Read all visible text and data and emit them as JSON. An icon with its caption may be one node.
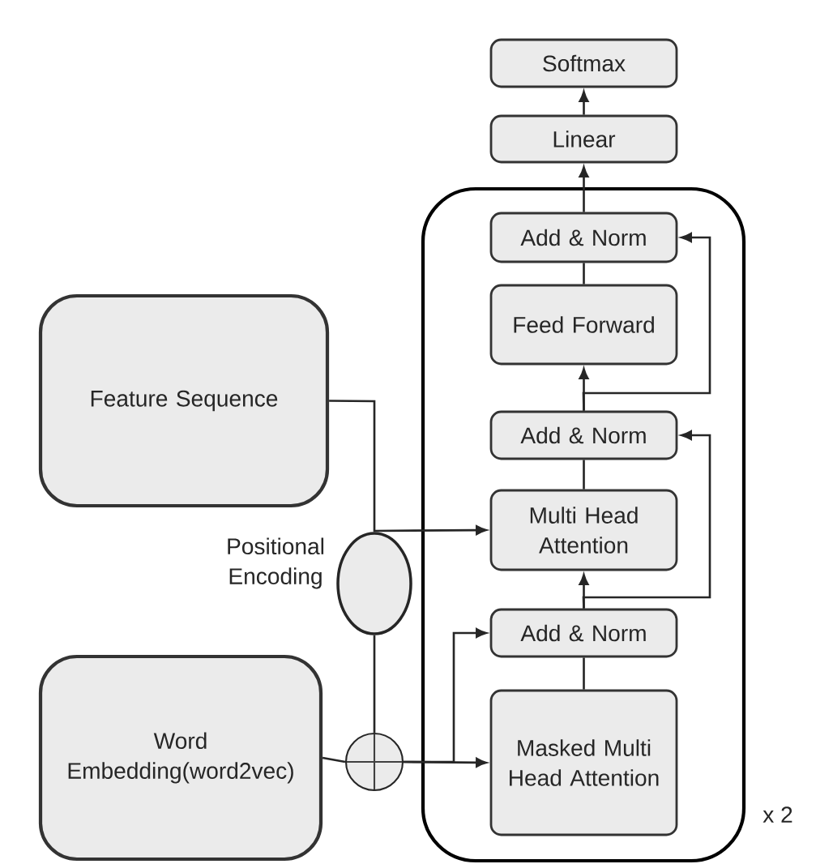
{
  "diagram": {
    "nodes": [
      {
        "text": [
          "Softmax"
        ]
      },
      {
        "text": [
          "Linear"
        ]
      },
      {
        "text": [],
        "shape": "box",
        "beside": [
          "x 2"
        ]
      },
      {
        "text": [
          "Add & Norm"
        ],
        "in": 2
      },
      {
        "text": [
          "Feed Forward"
        ],
        "in": 2
      },
      {
        "text": [
          "Add & Norm"
        ],
        "in": 2
      },
      {
        "text": [
          "Multi Head Attention"
        ],
        "in": 2
      },
      {
        "text": [
          "Add & Norm"
        ],
        "in": 2
      },
      {
        "text": [
          "Masked Multi Head Attention"
        ],
        "in": 2
      },
      {
        "text": [
          "Feature Sequence"
        ]
      },
      {
        "text": [
          "Positional Encoding"
        ]
      },
      {
        "text": [
          "Word Embedding(word2vec)"
        ]
      },
      {
        "text": [],
        "shape": "circle"
      }
    ],
    "edges": [
      {
        "from": 1,
        "to": 0,
        "arrow": "to"
      },
      {
        "from": 3,
        "to": 1,
        "arrow": "to"
      },
      {
        "from": 4,
        "to": 3,
        "arrow": "none"
      },
      {
        "from": 5,
        "to": 4,
        "arrow": "to"
      },
      {
        "from": 5,
        "to": 3,
        "arrow": "to"
      },
      {
        "from": 6,
        "to": 5,
        "arrow": "none"
      },
      {
        "from": 7,
        "to": 6,
        "arrow": "to"
      },
      {
        "from": 7,
        "to": 5,
        "arrow": "to"
      },
      {
        "from": 8,
        "to": 7,
        "arrow": "none"
      },
      {
        "from": 9,
        "to": 6,
        "arrow": "to"
      },
      {
        "from": 11,
        "to": 12,
        "arrow": "none"
      },
      {
        "from": 10,
        "to": 12,
        "arrow": "none"
      },
      {
        "from": 12,
        "to": 8,
        "arrow": "to"
      },
      {
        "from": 12,
        "to": 7,
        "arrow": "to"
      }
    ]
  }
}
